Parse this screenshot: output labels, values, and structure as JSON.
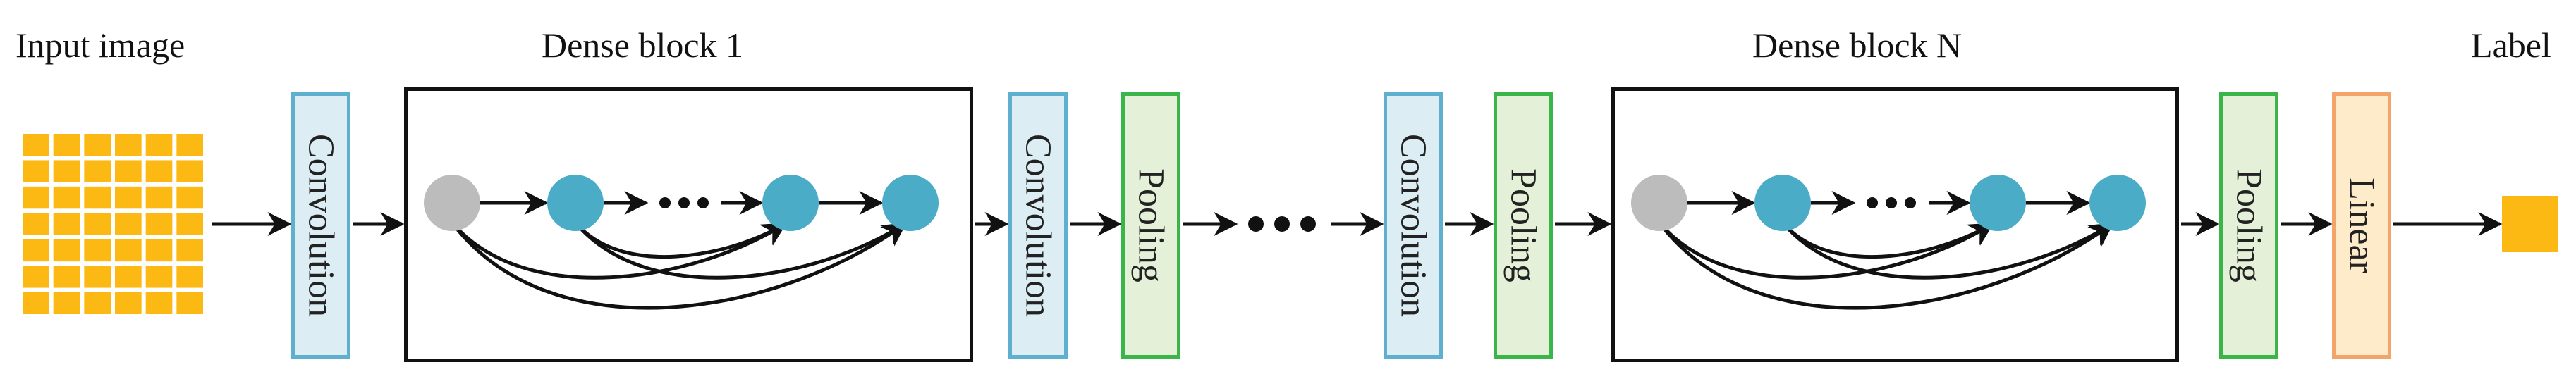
{
  "captions": {
    "input": "Input image",
    "dense1": "Dense block 1",
    "denseN": "Dense block N",
    "label": "Label"
  },
  "layers": {
    "conv1": "Convolution",
    "conv2": "Convolution",
    "pool1": "Pooling",
    "conv3": "Convolution",
    "pool2": "Pooling",
    "pool3": "Pooling",
    "linear": "Linear"
  },
  "colors": {
    "input_grid": "#fdb913",
    "output_square": "#fdb913",
    "node_input": "#bcbcbc",
    "node": "#4aacc6",
    "convolution_fill": "#dcedf3",
    "convolution_border": "#5fb0cf",
    "pooling_fill": "#e4f0d8",
    "pooling_border": "#39b54a",
    "linear_fill": "#fdebc9",
    "linear_border": "#f2a46b"
  },
  "input_grid": {
    "rows": 7,
    "cols": 6
  }
}
